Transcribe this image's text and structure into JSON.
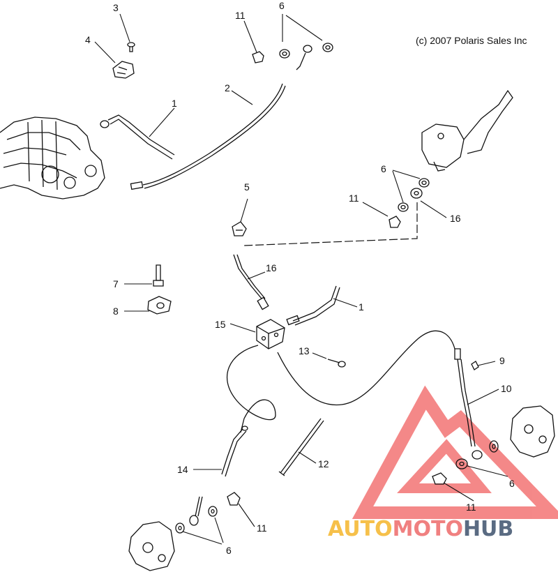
{
  "copyright": "(c) 2007 Polaris Sales Inc",
  "callouts": [
    {
      "id": "c-3",
      "label": "3"
    },
    {
      "id": "c-4",
      "label": "4"
    },
    {
      "id": "c-11-top",
      "label": "11"
    },
    {
      "id": "c-6-top",
      "label": "6"
    },
    {
      "id": "c-2",
      "label": "2"
    },
    {
      "id": "c-1-top",
      "label": "1"
    },
    {
      "id": "c-5",
      "label": "5"
    },
    {
      "id": "c-6-right",
      "label": "6"
    },
    {
      "id": "c-11-right",
      "label": "11"
    },
    {
      "id": "c-16-right",
      "label": "16"
    },
    {
      "id": "c-16-mid",
      "label": "16"
    },
    {
      "id": "c-7",
      "label": "7"
    },
    {
      "id": "c-8",
      "label": "8"
    },
    {
      "id": "c-1-mid",
      "label": "1"
    },
    {
      "id": "c-15",
      "label": "15"
    },
    {
      "id": "c-13",
      "label": "13"
    },
    {
      "id": "c-9",
      "label": "9"
    },
    {
      "id": "c-10",
      "label": "10"
    },
    {
      "id": "c-14",
      "label": "14"
    },
    {
      "id": "c-12",
      "label": "12"
    },
    {
      "id": "c-6-lowright",
      "label": "6"
    },
    {
      "id": "c-11-lowright",
      "label": "11"
    },
    {
      "id": "c-11-bottom",
      "label": "11"
    },
    {
      "id": "c-6-bottom",
      "label": "6"
    }
  ],
  "watermark": {
    "part1": "AUTO",
    "part2": "MOTO",
    "part3": "HUB",
    "color1": "#F6C04A",
    "color2": "#F08080",
    "color3": "#5A6B82"
  },
  "colors": {
    "line": "#111111",
    "watermark_triangle": "#F26B6B"
  }
}
